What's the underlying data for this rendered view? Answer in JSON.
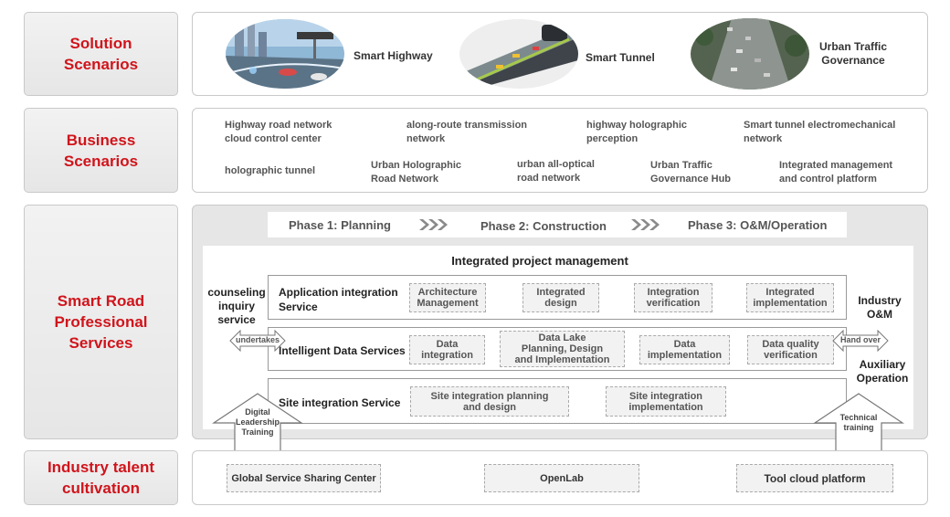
{
  "left_labels": {
    "solution": "Solution\nScenarios",
    "business": "Business\nScenarios",
    "services": "Smart Road\nProfessional\nServices",
    "talent": "Industry talent\ncultivation"
  },
  "solution_scenarios": [
    {
      "label": "Smart Highway",
      "image": "highway-photo"
    },
    {
      "label": "Smart Tunnel",
      "image": "tunnel-photo"
    },
    {
      "label": "Urban Traffic\nGovernance",
      "image": "city-traffic-photo"
    }
  ],
  "business_scenarios": {
    "row1": [
      "Highway road network\ncloud control center",
      "along-route transmission\nnetwork",
      "highway holographic\nperception",
      "Smart tunnel electromechanical\nnetwork"
    ],
    "row2": [
      "holographic tunnel",
      "Urban Holographic\nRoad Network",
      "urban all-optical\nroad network",
      "Urban Traffic\nGovernance Hub",
      "Integrated management\nand control platform"
    ]
  },
  "phases": [
    "Phase 1: Planning",
    "Phase 2: Construction",
    "Phase 3: O&M/Operation"
  ],
  "project_title": "Integrated project management",
  "side_left": {
    "counseling": "counseling\ninquiry\nservice",
    "undertakes": "undertakes",
    "digital": "Digital\nLeadership\nTraining"
  },
  "side_right": {
    "industry": "Industry\nO&M",
    "handover": "Hand over",
    "auxiliary": "Auxiliary\nOperation",
    "technical": "Technical\ntraining"
  },
  "layers": [
    {
      "title": "Application integration\nService",
      "items": [
        "Architecture\nManagement",
        "Integrated\ndesign",
        "Integration\nverification",
        "Integrated\nimplementation"
      ]
    },
    {
      "title": "Intelligent Data Services",
      "items": [
        "Data\nintegration",
        "Data Lake\nPlanning, Design\nand Implementation",
        "Data\nimplementation",
        "Data quality\nverification"
      ]
    },
    {
      "title": "Site integration Service",
      "items": [
        "Site integration planning\nand design",
        "Site integration\nimplementation"
      ]
    }
  ],
  "talent_items": [
    "Global Service Sharing Center",
    "OpenLab",
    "Tool cloud platform"
  ],
  "colors": {
    "accent_red": "#d0141b",
    "panel_gray": "#e6e6e6",
    "text_gray": "#555555"
  }
}
